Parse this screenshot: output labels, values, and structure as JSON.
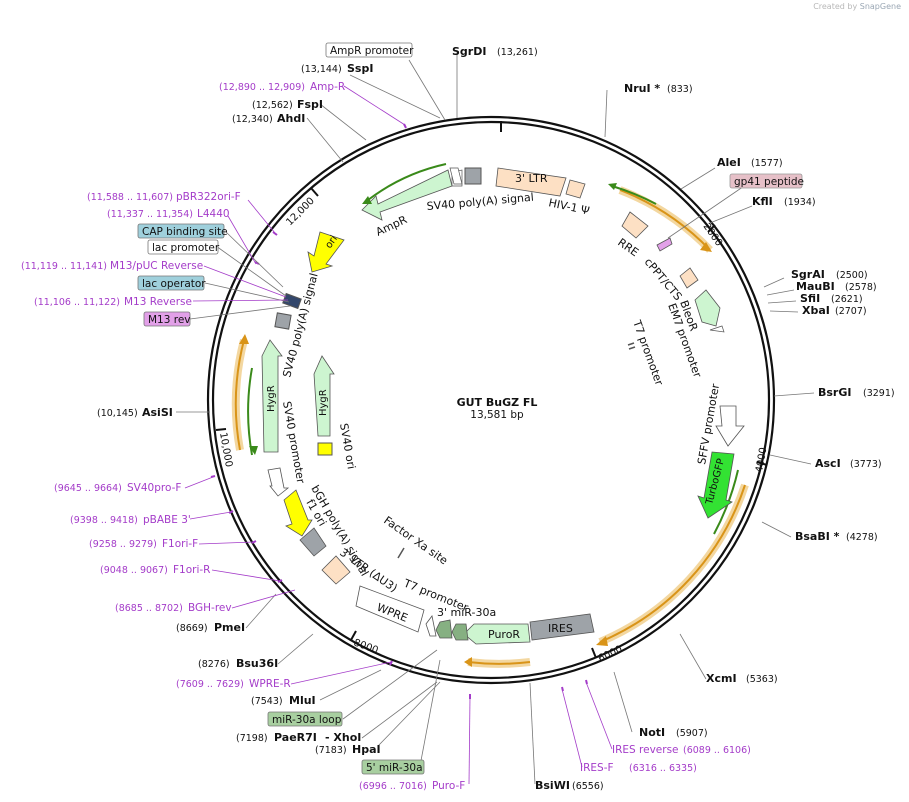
{
  "credit": {
    "created_by": "Created by",
    "brand": "SnapGene"
  },
  "plasmid": {
    "name": "GUT BuGZ FL",
    "length_label": "13,581 bp",
    "length": 13581
  },
  "ticks": [
    "2000",
    "4000",
    "6000",
    "8000",
    "10,000",
    "12,000"
  ],
  "enzymes": [
    {
      "name": "SgrDI",
      "pos": "(13,261)"
    },
    {
      "name": "NruI *",
      "pos": "(833)"
    },
    {
      "name": "AleI",
      "pos": "(1577)"
    },
    {
      "name": "KflI",
      "pos": "(1934)"
    },
    {
      "name": "SgrAI",
      "pos": "(2500)"
    },
    {
      "name": "MauBI",
      "pos": "(2578)"
    },
    {
      "name": "SfiI",
      "pos": "(2621)"
    },
    {
      "name": "XbaI",
      "pos": "(2707)"
    },
    {
      "name": "BsrGI",
      "pos": "(3291)"
    },
    {
      "name": "AscI",
      "pos": "(3773)"
    },
    {
      "name": "BsaBI *",
      "pos": "(4278)"
    },
    {
      "name": "XcmI",
      "pos": "(5363)"
    },
    {
      "name": "NotI",
      "pos": "(5907)"
    },
    {
      "name": "BsiWI",
      "pos": "(6556)"
    },
    {
      "name": "SspI",
      "pos": "(13,144)"
    },
    {
      "name": "FspI",
      "pos": "(12,562)"
    },
    {
      "name": "AhdI",
      "pos": "(12,340)"
    },
    {
      "name": "AsiSI",
      "pos": "(10,145)"
    },
    {
      "name": "PmeI",
      "pos": "(8669)"
    },
    {
      "name": "Bsu36I",
      "pos": "(8276)"
    },
    {
      "name": "MluI",
      "pos": "(7543)"
    },
    {
      "name": "PaeR7I",
      "pos": "(7198)"
    },
    {
      "name": "- XhoI",
      "pos": ""
    },
    {
      "name": "HpaI",
      "pos": "(7183)"
    }
  ],
  "primers": [
    {
      "name": "Amp-R",
      "pos": "(12,890 .. 12,909)"
    },
    {
      "name": "pBR322ori-F",
      "pos": "(11,588 .. 11,607)"
    },
    {
      "name": "L4440",
      "pos": "(11,337 .. 11,354)"
    },
    {
      "name": "M13/pUC Reverse",
      "pos": "(11,119 .. 11,141)"
    },
    {
      "name": "M13 Reverse",
      "pos": "(11,106 .. 11,122)"
    },
    {
      "name": "SV40pro-F",
      "pos": "(9645 .. 9664)"
    },
    {
      "name": "pBABE 3'",
      "pos": "(9398 .. 9418)"
    },
    {
      "name": "F1ori-F",
      "pos": "(9258 .. 9279)"
    },
    {
      "name": "F1ori-R",
      "pos": "(9048 .. 9067)"
    },
    {
      "name": "BGH-rev",
      "pos": "(8685 .. 8702)"
    },
    {
      "name": "WPRE-R",
      "pos": "(7609 .. 7629)"
    },
    {
      "name": "Puro-F",
      "pos": "(6996 .. 7016)"
    },
    {
      "name": "IRES-F",
      "pos": "(6316 .. 6335)"
    },
    {
      "name": "IRES reverse",
      "pos": "(6089 .. 6106)"
    }
  ],
  "boxed_labels": [
    {
      "text": "AmpR promoter",
      "color": "#ffffff"
    },
    {
      "text": "gp41 peptide",
      "color": "#e6c0c8"
    },
    {
      "text": "CAP binding site",
      "color": "#9fd0dc"
    },
    {
      "text": "lac promoter",
      "color": "#ffffff"
    },
    {
      "text": "lac operator",
      "color": "#9fd0dc"
    },
    {
      "text": "M13 rev",
      "color": "#e2a0e8"
    },
    {
      "text": "miR-30a loop",
      "color": "#a8cfa0"
    },
    {
      "text": "5' miR-30a",
      "color": "#a8cfa0"
    }
  ],
  "features": [
    "3' LTR",
    "HIV-1 Ψ",
    "RRE",
    "cPPT/CTS",
    "BleoR",
    "EM7 promoter",
    "T7 promoter",
    "SFFV promoter",
    "TurboGFP",
    "IRES",
    "PuroR",
    "3' miR-30a",
    "T7 promoter",
    "WPRE",
    "3' LTR (ΔU3)",
    "Factor Xa site",
    "bGH poly(A) signal",
    "f1 ori",
    "SV40 promoter",
    "HygR",
    "SV40 poly(A) signal",
    "ori",
    "AmpR",
    "SV40 poly(A) signal",
    "HygR",
    "SV40 ori"
  ],
  "colors": {
    "ltr": "#fde0c4",
    "amp": "#cdf5d0",
    "ori": "#ffff00",
    "gfp": "#33e233",
    "grey": "#9ea3a8",
    "orf_arrow": "#d99418",
    "green_arrow": "#3a8a1a",
    "mir": "#86b082"
  }
}
